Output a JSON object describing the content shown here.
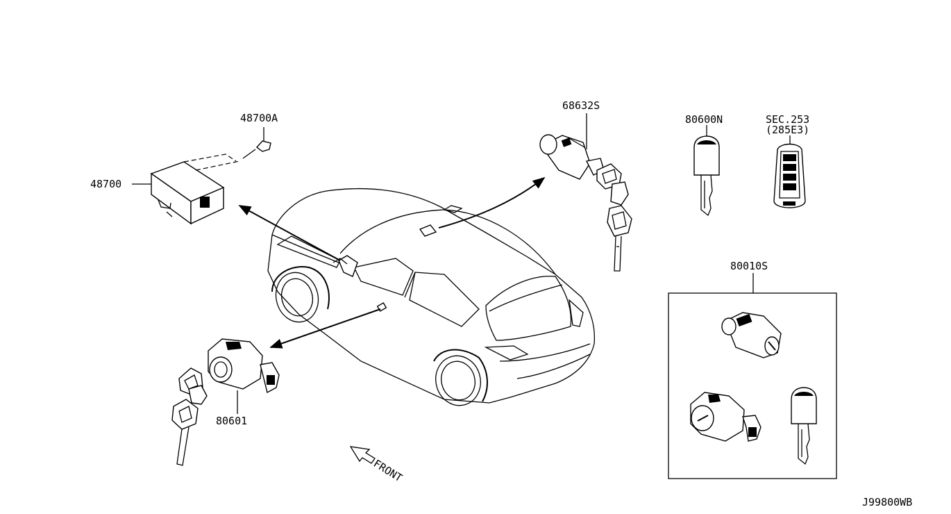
{
  "diagram": {
    "callouts": {
      "bcm_unit": "48700",
      "bcm_bolt": "48700A",
      "rear_lock_cylinder": "68632S",
      "key_blank": "80600N",
      "remote_ref_line1": "SEC.253",
      "remote_ref_line2": "(285E3)",
      "lock_set": "80010S",
      "door_lock_cylinder": "80601"
    },
    "front_label": "FRONT",
    "drawing_number": "J99800WB"
  }
}
